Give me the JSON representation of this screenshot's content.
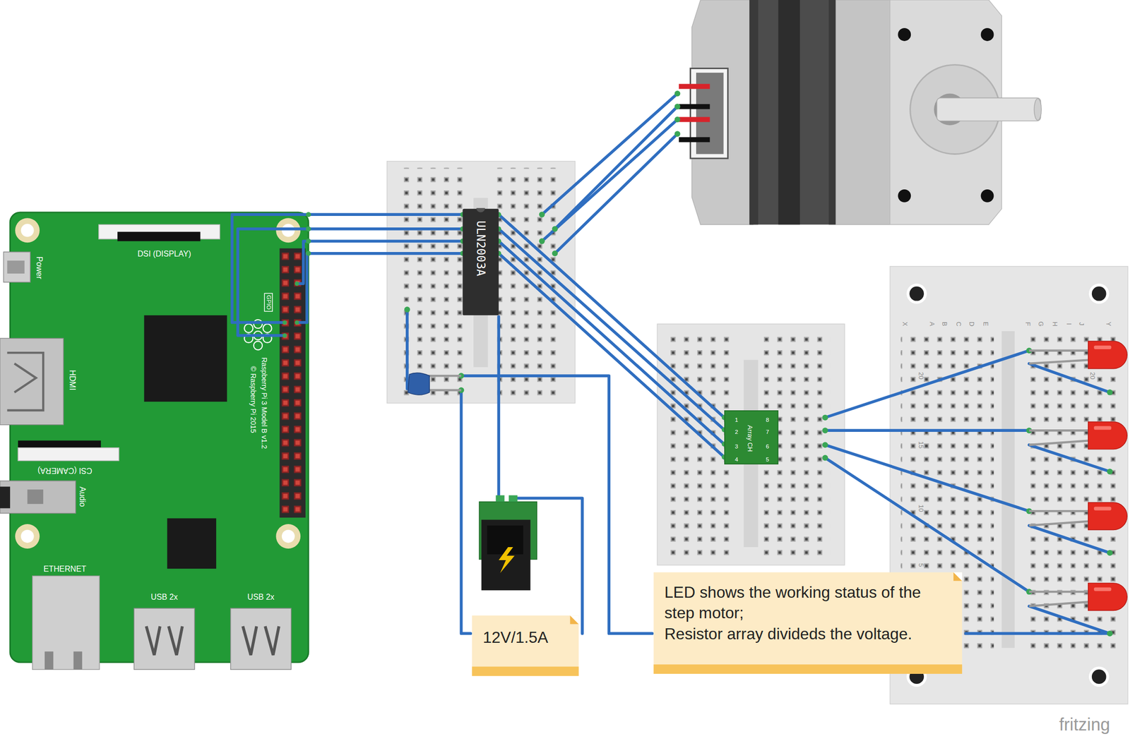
{
  "diagram": {
    "nodes": [
      {
        "text": [
          "DSI (DISPLAY)",
          "Power",
          "GPIO",
          "HDMI",
          "Raspberry Pi 3 Model B v1.2",
          "© Raspberry Pi 2015",
          "CSI (CAMERA)",
          "Audio",
          "ETHERNET",
          "USB 2x",
          "USB 2x"
        ]
      },
      {
        "text": [
          "ULN2003A"
        ]
      },
      {
        "text": [
          "Array CH",
          "1",
          "2",
          "3",
          "4",
          "8",
          "7",
          "6",
          "5"
        ]
      },
      {
        "text": [
          "12V/1.5A"
        ]
      },
      {
        "text": [
          "LED shows the working status of the step motor;",
          "Resistor array divideds the voltage."
        ]
      }
    ],
    "edges": [
      {
        "from": 0,
        "to": 1,
        "arrow": "none"
      },
      {
        "from": 0,
        "to": 1,
        "arrow": "none"
      },
      {
        "from": 0,
        "to": 1,
        "arrow": "none"
      },
      {
        "from": 0,
        "to": 1,
        "arrow": "none"
      },
      {
        "from": 1,
        "to": 2,
        "arrow": "none"
      },
      {
        "from": 1,
        "to": 2,
        "arrow": "none"
      },
      {
        "from": 1,
        "to": 2,
        "arrow": "none"
      },
      {
        "from": 1,
        "to": 2,
        "arrow": "none"
      }
    ],
    "labels": [
      "X",
      "A",
      "B",
      "C",
      "D",
      "E",
      "F",
      "G",
      "H",
      "I",
      "J",
      "Y",
      "20",
      "15",
      "10",
      "5",
      "20",
      "fritzing"
    ]
  }
}
